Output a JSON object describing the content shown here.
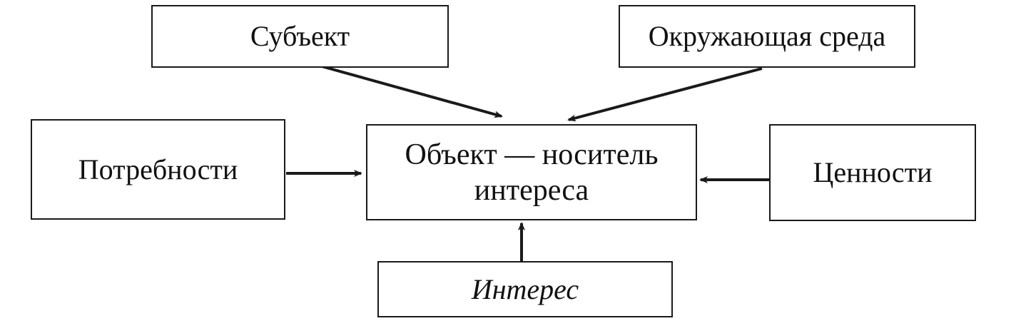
{
  "nodes": {
    "subject": "Субъект",
    "environment": "Окружающая среда",
    "needs": "Потребности",
    "object_line1": "Объект — носитель",
    "object_line2": "интереса",
    "values": "Ценности",
    "interest": "Интерес"
  },
  "colors": {
    "stroke": "#1a1a1a",
    "background": "#ffffff"
  },
  "edges": [
    {
      "from": "subject",
      "to": "object"
    },
    {
      "from": "environment",
      "to": "object"
    },
    {
      "from": "needs",
      "to": "object"
    },
    {
      "from": "values",
      "to": "object"
    },
    {
      "from": "interest",
      "to": "object"
    }
  ]
}
